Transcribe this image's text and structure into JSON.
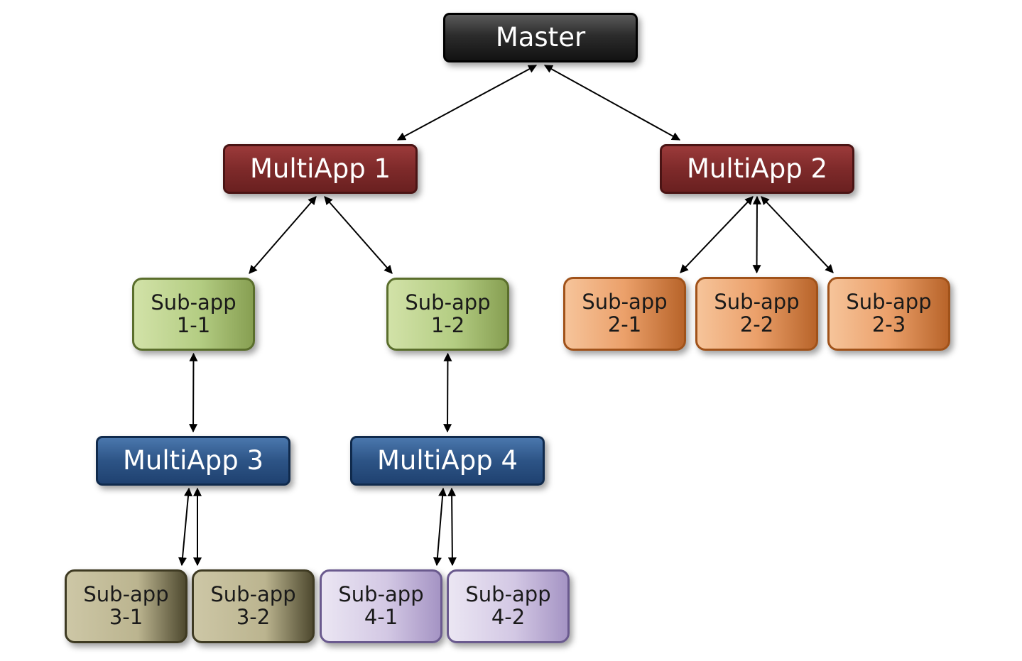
{
  "nodes": {
    "master": {
      "label": "Master"
    },
    "multiapp1": {
      "label": "MultiApp 1"
    },
    "multiapp2": {
      "label": "MultiApp 2"
    },
    "multiapp3": {
      "label": "MultiApp 3"
    },
    "multiapp4": {
      "label": "MultiApp 4"
    },
    "subapp11": {
      "line1": "Sub-app",
      "line2": "1-1"
    },
    "subapp12": {
      "line1": "Sub-app",
      "line2": "1-2"
    },
    "subapp21": {
      "line1": "Sub-app",
      "line2": "2-1"
    },
    "subapp22": {
      "line1": "Sub-app",
      "line2": "2-2"
    },
    "subapp23": {
      "line1": "Sub-app",
      "line2": "2-3"
    },
    "subapp31": {
      "line1": "Sub-app",
      "line2": "3-1"
    },
    "subapp32": {
      "line1": "Sub-app",
      "line2": "3-2"
    },
    "subapp41": {
      "line1": "Sub-app",
      "line2": "4-1"
    },
    "subapp42": {
      "line1": "Sub-app",
      "line2": "4-2"
    }
  },
  "edges": [
    {
      "from": "master",
      "to": "multiapp1",
      "direction": "bidirectional"
    },
    {
      "from": "master",
      "to": "multiapp2",
      "direction": "bidirectional"
    },
    {
      "from": "multiapp1",
      "to": "subapp11",
      "direction": "bidirectional"
    },
    {
      "from": "multiapp1",
      "to": "subapp12",
      "direction": "bidirectional"
    },
    {
      "from": "multiapp2",
      "to": "subapp21",
      "direction": "bidirectional"
    },
    {
      "from": "multiapp2",
      "to": "subapp22",
      "direction": "bidirectional"
    },
    {
      "from": "multiapp2",
      "to": "subapp23",
      "direction": "bidirectional"
    },
    {
      "from": "subapp11",
      "to": "multiapp3",
      "direction": "bidirectional"
    },
    {
      "from": "subapp12",
      "to": "multiapp4",
      "direction": "bidirectional"
    },
    {
      "from": "multiapp3",
      "to": "subapp31",
      "direction": "bidirectional"
    },
    {
      "from": "multiapp3",
      "to": "subapp32",
      "direction": "bidirectional"
    },
    {
      "from": "multiapp4",
      "to": "subapp41",
      "direction": "bidirectional"
    },
    {
      "from": "multiapp4",
      "to": "subapp42",
      "direction": "bidirectional"
    }
  ],
  "colors": {
    "master": "#2c2c2c",
    "multiapp_1_2": "#7e2a2a",
    "multiapp_3_4": "#2d5486",
    "subapp_1": "#b4cd83",
    "subapp_2": "#eba06a",
    "subapp_3": "#bbb48f",
    "subapp_4": "#d3c8e4",
    "arrow": "#000000"
  }
}
